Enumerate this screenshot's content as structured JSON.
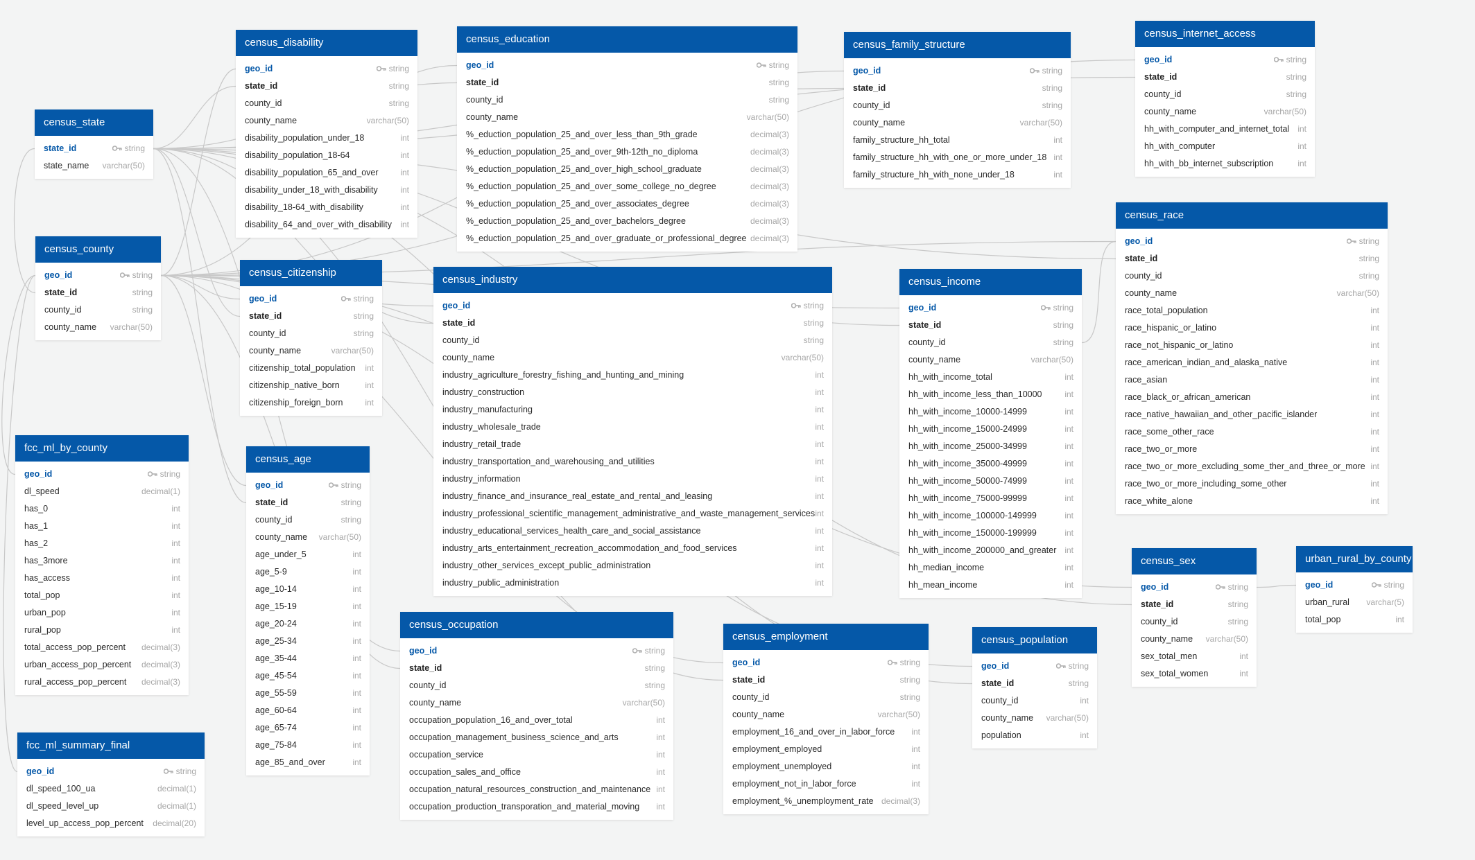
{
  "tables": [
    {
      "name": "census_disability",
      "fields": [
        {
          "name": "geo_id",
          "type": "string",
          "pk": true
        },
        {
          "name": "state_id",
          "type": "string",
          "bold": true
        },
        {
          "name": "county_id",
          "type": "string"
        },
        {
          "name": "county_name",
          "type": "varchar(50)"
        },
        {
          "name": "disability_population_under_18",
          "type": "int"
        },
        {
          "name": "disability_population_18-64",
          "type": "int"
        },
        {
          "name": "disability_population_65_and_over",
          "type": "int"
        },
        {
          "name": "disability_under_18_with_disability",
          "type": "int"
        },
        {
          "name": "disability_18-64_with_disability",
          "type": "int"
        },
        {
          "name": "disability_64_and_over_with_disability",
          "type": "int"
        }
      ]
    },
    {
      "name": "census_education",
      "fields": [
        {
          "name": "geo_id",
          "type": "string",
          "pk": true
        },
        {
          "name": "state_id",
          "type": "string",
          "bold": true
        },
        {
          "name": "county_id",
          "type": "string"
        },
        {
          "name": "county_name",
          "type": "varchar(50)"
        },
        {
          "name": "%_eduction_population_25_and_over_less_than_9th_grade",
          "type": "decimal(3)"
        },
        {
          "name": "%_eduction_population_25_and_over_9th-12th_no_diploma",
          "type": "decimal(3)"
        },
        {
          "name": "%_eduction_population_25_and_over_high_school_graduate",
          "type": "decimal(3)"
        },
        {
          "name": "%_eduction_population_25_and_over_some_college_no_degree",
          "type": "decimal(3)"
        },
        {
          "name": "%_eduction_population_25_and_over_associates_degree",
          "type": "decimal(3)"
        },
        {
          "name": "%_eduction_population_25_and_over_bachelors_degree",
          "type": "decimal(3)"
        },
        {
          "name": "%_eduction_population_25_and_over_graduate_or_professional_degree",
          "type": "decimal(3)"
        }
      ]
    },
    {
      "name": "census_family_structure",
      "fields": [
        {
          "name": "geo_id",
          "type": "string",
          "pk": true
        },
        {
          "name": "state_id",
          "type": "string",
          "bold": true
        },
        {
          "name": "county_id",
          "type": "string"
        },
        {
          "name": "county_name",
          "type": "varchar(50)"
        },
        {
          "name": "family_structure_hh_total",
          "type": "int"
        },
        {
          "name": "family_structure_hh_with_one_or_more_under_18",
          "type": "int"
        },
        {
          "name": "family_structure_hh_with_none_under_18",
          "type": "int"
        }
      ]
    },
    {
      "name": "census_internet_access",
      "fields": [
        {
          "name": "geo_id",
          "type": "string",
          "pk": true
        },
        {
          "name": "state_id",
          "type": "string",
          "bold": true
        },
        {
          "name": "county_id",
          "type": "string"
        },
        {
          "name": "county_name",
          "type": "varchar(50)"
        },
        {
          "name": "hh_with_computer_and_internet_total",
          "type": "int"
        },
        {
          "name": "hh_with_computer",
          "type": "int"
        },
        {
          "name": "hh_with_bb_internet_subscription",
          "type": "int"
        }
      ]
    },
    {
      "name": "census_state",
      "fields": [
        {
          "name": "state_id",
          "type": "string",
          "pk": true
        },
        {
          "name": "state_name",
          "type": "varchar(50)"
        }
      ]
    },
    {
      "name": "census_county",
      "fields": [
        {
          "name": "geo_id",
          "type": "string",
          "pk": true
        },
        {
          "name": "state_id",
          "type": "string",
          "bold": true
        },
        {
          "name": "county_id",
          "type": "string"
        },
        {
          "name": "county_name",
          "type": "varchar(50)"
        }
      ]
    },
    {
      "name": "census_citizenship",
      "fields": [
        {
          "name": "geo_id",
          "type": "string",
          "pk": true
        },
        {
          "name": "state_id",
          "type": "string",
          "bold": true
        },
        {
          "name": "county_id",
          "type": "string"
        },
        {
          "name": "county_name",
          "type": "varchar(50)"
        },
        {
          "name": "citizenship_total_population",
          "type": "int"
        },
        {
          "name": "citizenship_native_born",
          "type": "int"
        },
        {
          "name": "citizenship_foreign_born",
          "type": "int"
        }
      ]
    },
    {
      "name": "census_industry",
      "fields": [
        {
          "name": "geo_id",
          "type": "string",
          "pk": true
        },
        {
          "name": "state_id",
          "type": "string",
          "bold": true
        },
        {
          "name": "county_id",
          "type": "string"
        },
        {
          "name": "county_name",
          "type": "varchar(50)"
        },
        {
          "name": "industry_agriculture_forestry_fishing_and_hunting_and_mining",
          "type": "int"
        },
        {
          "name": "industry_construction",
          "type": "int"
        },
        {
          "name": "industry_manufacturing",
          "type": "int"
        },
        {
          "name": "industry_wholesale_trade",
          "type": "int"
        },
        {
          "name": "industry_retail_trade",
          "type": "int"
        },
        {
          "name": "industry_transportation_and_warehousing_and_utilities",
          "type": "int"
        },
        {
          "name": "industry_information",
          "type": "int"
        },
        {
          "name": "industry_finance_and_insurance_real_estate_and_rental_and_leasing",
          "type": "int"
        },
        {
          "name": "industry_professional_scientific_management_administrative_and_waste_management_services",
          "type": "int"
        },
        {
          "name": "industry_educational_services_health_care_and_social_assistance",
          "type": "int"
        },
        {
          "name": "industry_arts_entertainment_recreation_accommodation_and_food_services",
          "type": "int"
        },
        {
          "name": "industry_other_services_except_public_administration",
          "type": "int"
        },
        {
          "name": "industry_public_administration",
          "type": "int"
        }
      ]
    },
    {
      "name": "census_income",
      "fields": [
        {
          "name": "geo_id",
          "type": "string",
          "pk": true
        },
        {
          "name": "state_id",
          "type": "string",
          "bold": true
        },
        {
          "name": "county_id",
          "type": "string"
        },
        {
          "name": "county_name",
          "type": "varchar(50)"
        },
        {
          "name": "hh_with_income_total",
          "type": "int"
        },
        {
          "name": "hh_with_income_less_than_10000",
          "type": "int"
        },
        {
          "name": "hh_with_income_10000-14999",
          "type": "int"
        },
        {
          "name": "hh_with_income_15000-24999",
          "type": "int"
        },
        {
          "name": "hh_with_income_25000-34999",
          "type": "int"
        },
        {
          "name": "hh_with_income_35000-49999",
          "type": "int"
        },
        {
          "name": "hh_with_income_50000-74999",
          "type": "int"
        },
        {
          "name": "hh_with_income_75000-99999",
          "type": "int"
        },
        {
          "name": "hh_with_income_100000-149999",
          "type": "int"
        },
        {
          "name": "hh_with_income_150000-199999",
          "type": "int"
        },
        {
          "name": "hh_with_income_200000_and_greater",
          "type": "int"
        },
        {
          "name": "hh_median_income",
          "type": "int"
        },
        {
          "name": "hh_mean_income",
          "type": "int"
        }
      ]
    },
    {
      "name": "census_race",
      "fields": [
        {
          "name": "geo_id",
          "type": "string",
          "pk": true
        },
        {
          "name": "state_id",
          "type": "string",
          "bold": true
        },
        {
          "name": "county_id",
          "type": "string"
        },
        {
          "name": "county_name",
          "type": "varchar(50)"
        },
        {
          "name": "race_total_population",
          "type": "int"
        },
        {
          "name": "race_hispanic_or_latino",
          "type": "int"
        },
        {
          "name": "race_not_hispanic_or_latino",
          "type": "int"
        },
        {
          "name": "race_american_indian_and_alaska_native",
          "type": "int"
        },
        {
          "name": "race_asian",
          "type": "int"
        },
        {
          "name": "race_black_or_african_american",
          "type": "int"
        },
        {
          "name": "race_native_hawaiian_and_other_pacific_islander",
          "type": "int"
        },
        {
          "name": "race_some_other_race",
          "type": "int"
        },
        {
          "name": "race_two_or_more",
          "type": "int"
        },
        {
          "name": "race_two_or_more_excluding_some_ther_and_three_or_more",
          "type": "int"
        },
        {
          "name": "race_two_or_more_including_some_other",
          "type": "int"
        },
        {
          "name": "race_white_alone",
          "type": "int"
        }
      ]
    },
    {
      "name": "fcc_ml_by_county",
      "fields": [
        {
          "name": "geo_id",
          "type": "string",
          "pk": true
        },
        {
          "name": "dl_speed",
          "type": "decimal(1)"
        },
        {
          "name": "has_0",
          "type": "int"
        },
        {
          "name": "has_1",
          "type": "int"
        },
        {
          "name": "has_2",
          "type": "int"
        },
        {
          "name": "has_3more",
          "type": "int"
        },
        {
          "name": "has_access",
          "type": "int"
        },
        {
          "name": "total_pop",
          "type": "int"
        },
        {
          "name": "urban_pop",
          "type": "int"
        },
        {
          "name": "rural_pop",
          "type": "int"
        },
        {
          "name": "total_access_pop_percent",
          "type": "decimal(3)"
        },
        {
          "name": "urban_access_pop_percent",
          "type": "decimal(3)"
        },
        {
          "name": "rural_access_pop_percent",
          "type": "decimal(3)"
        }
      ]
    },
    {
      "name": "census_age",
      "fields": [
        {
          "name": "geo_id",
          "type": "string",
          "pk": true
        },
        {
          "name": "state_id",
          "type": "string",
          "bold": true
        },
        {
          "name": "county_id",
          "type": "string"
        },
        {
          "name": "county_name",
          "type": "varchar(50)"
        },
        {
          "name": "age_under_5",
          "type": "int"
        },
        {
          "name": "age_5-9",
          "type": "int"
        },
        {
          "name": "age_10-14",
          "type": "int"
        },
        {
          "name": "age_15-19",
          "type": "int"
        },
        {
          "name": "age_20-24",
          "type": "int"
        },
        {
          "name": "age_25-34",
          "type": "int"
        },
        {
          "name": "age_35-44",
          "type": "int"
        },
        {
          "name": "age_45-54",
          "type": "int"
        },
        {
          "name": "age_55-59",
          "type": "int"
        },
        {
          "name": "age_60-64",
          "type": "int"
        },
        {
          "name": "age_65-74",
          "type": "int"
        },
        {
          "name": "age_75-84",
          "type": "int"
        },
        {
          "name": "age_85_and_over",
          "type": "int"
        }
      ]
    },
    {
      "name": "census_occupation",
      "fields": [
        {
          "name": "geo_id",
          "type": "string",
          "pk": true
        },
        {
          "name": "state_id",
          "type": "string",
          "bold": true
        },
        {
          "name": "county_id",
          "type": "string"
        },
        {
          "name": "county_name",
          "type": "varchar(50)"
        },
        {
          "name": "occupation_population_16_and_over_total",
          "type": "int"
        },
        {
          "name": "occupation_management_business_science_and_arts",
          "type": "int"
        },
        {
          "name": "occupation_service",
          "type": "int"
        },
        {
          "name": "occupation_sales_and_office",
          "type": "int"
        },
        {
          "name": "occupation_natural_resources_construction_and_maintenance",
          "type": "int"
        },
        {
          "name": "occupation_production_transporation_and_material_moving",
          "type": "int"
        }
      ]
    },
    {
      "name": "census_employment",
      "fields": [
        {
          "name": "geo_id",
          "type": "string",
          "pk": true
        },
        {
          "name": "state_id",
          "type": "string",
          "bold": true
        },
        {
          "name": "county_id",
          "type": "string"
        },
        {
          "name": "county_name",
          "type": "varchar(50)"
        },
        {
          "name": "employment_16_and_over_in_labor_force",
          "type": "int"
        },
        {
          "name": "employment_employed",
          "type": "int"
        },
        {
          "name": "employment_unemployed",
          "type": "int"
        },
        {
          "name": "employment_not_in_labor_force",
          "type": "int"
        },
        {
          "name": "employment_%_unemployment_rate",
          "type": "decimal(3)"
        }
      ]
    },
    {
      "name": "census_population",
      "fields": [
        {
          "name": "geo_id",
          "type": "string",
          "pk": true
        },
        {
          "name": "state_id",
          "type": "string",
          "bold": true
        },
        {
          "name": "county_id",
          "type": "int"
        },
        {
          "name": "county_name",
          "type": "varchar(50)"
        },
        {
          "name": "population",
          "type": "int"
        }
      ]
    },
    {
      "name": "census_sex",
      "fields": [
        {
          "name": "geo_id",
          "type": "string",
          "pk": true
        },
        {
          "name": "state_id",
          "type": "string",
          "bold": true
        },
        {
          "name": "county_id",
          "type": "string"
        },
        {
          "name": "county_name",
          "type": "varchar(50)"
        },
        {
          "name": "sex_total_men",
          "type": "int"
        },
        {
          "name": "sex_total_women",
          "type": "int"
        }
      ]
    },
    {
      "name": "urban_rural_by_county",
      "fields": [
        {
          "name": "geo_id",
          "type": "string",
          "pk": true
        },
        {
          "name": "urban_rural",
          "type": "varchar(5)"
        },
        {
          "name": "total_pop",
          "type": "int"
        }
      ]
    },
    {
      "name": "fcc_ml_summary_final",
      "fields": [
        {
          "name": "geo_id",
          "type": "string",
          "pk": true
        },
        {
          "name": "dl_speed_100_ua",
          "type": "decimal(1)"
        },
        {
          "name": "dl_speed_level_up",
          "type": "decimal(1)"
        },
        {
          "name": "level_up_access_pop_percent",
          "type": "decimal(20)"
        }
      ]
    }
  ],
  "colors": {
    "header": "#0558a8",
    "background": "#f3f4f4",
    "line": "#c8c8c8",
    "type": "#a7a7a7"
  },
  "icons": {
    "primary_key": "key-icon"
  }
}
